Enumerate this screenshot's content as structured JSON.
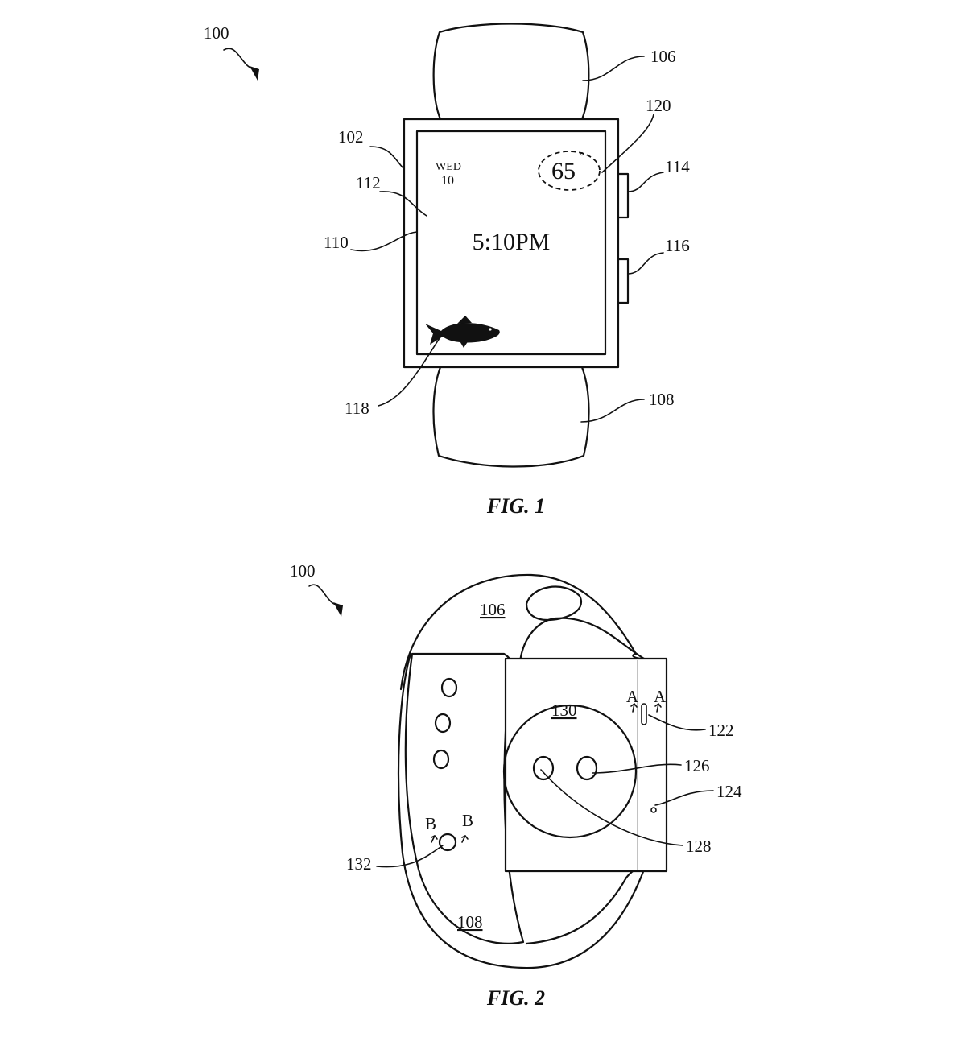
{
  "figures": [
    {
      "caption": "FIG. 1",
      "refs": {
        "device": "100",
        "band_top": "106",
        "band_bottom": "108",
        "housing": "102",
        "display": "112",
        "touch_surface": "110",
        "complication": "120",
        "button_upper": "114",
        "button_lower": "116",
        "animated_element": "118"
      },
      "screen": {
        "day": "WED",
        "date": "10",
        "time": "5:10PM",
        "temperature": "65",
        "degree_symbol": "°"
      }
    },
    {
      "caption": "FIG. 2",
      "refs": {
        "device": "100",
        "band_top": "106",
        "band_bottom": "108",
        "sensor_window": "130",
        "band_release": "122",
        "electrodes": "126",
        "port": "124",
        "sensor": "128",
        "pin": "132"
      },
      "section_marks": {
        "a_left": "A",
        "a_right": "A",
        "b_left": "B",
        "b_right": "B"
      }
    }
  ]
}
